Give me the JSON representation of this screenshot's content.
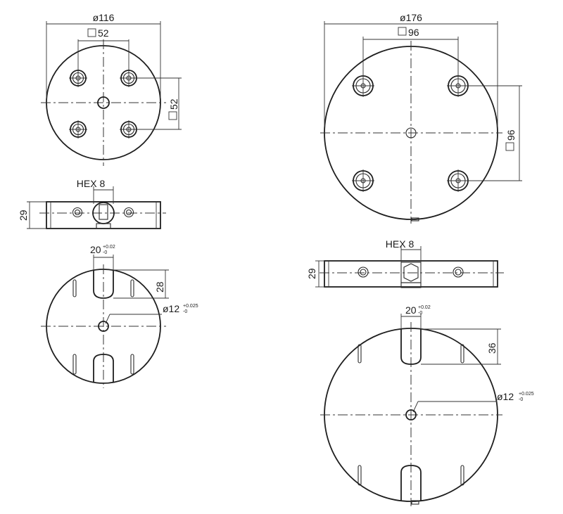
{
  "small_fixture": {
    "diameter": "ø116",
    "hole_square_top": "52",
    "hole_square_side": "52",
    "hex_label": "HEX 8",
    "side_height": "29",
    "slot_width": "20",
    "slot_width_tol_upper": "+0.02",
    "slot_width_tol_lower": "-0",
    "slot_depth": "28",
    "bore": "ø12",
    "bore_tol_upper": "+0.025",
    "bore_tol_lower": "-0"
  },
  "large_fixture": {
    "diameter": "ø176",
    "hole_square_top": "96",
    "hole_square_side": "96",
    "hex_label": "HEX 8",
    "side_height": "29",
    "slot_width": "20",
    "slot_width_tol_upper": "+0.02",
    "slot_width_tol_lower": "-0",
    "slot_depth": "36",
    "bore": "ø12",
    "bore_tol_upper": "+0.025",
    "bore_tol_lower": "-0"
  }
}
